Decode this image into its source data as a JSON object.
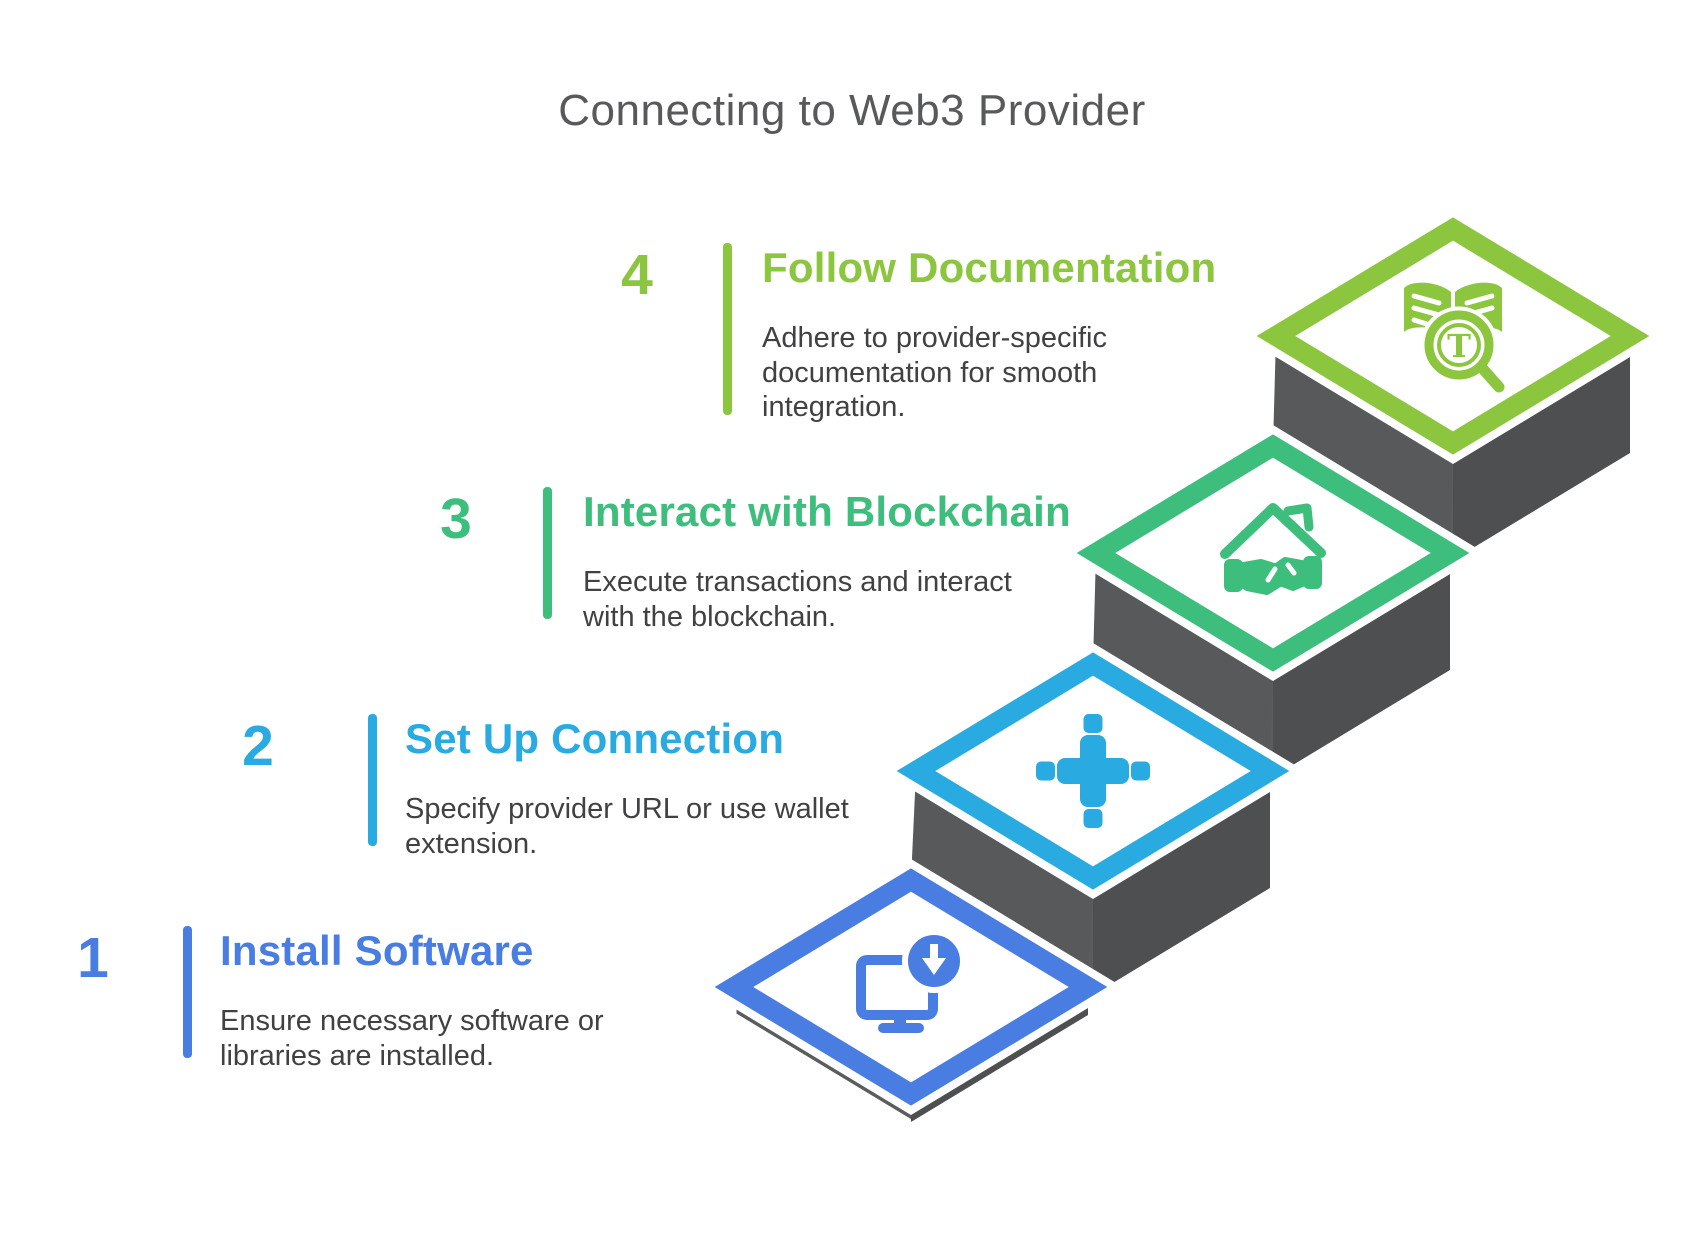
{
  "title": "Connecting to Web3 Provider",
  "colors": {
    "step1": "#4A7DE2",
    "step2": "#29ABE2",
    "step3": "#3DBE7D",
    "step4": "#8CC63F",
    "gray": "#58595B",
    "gray-dark": "#4E4F51",
    "gray-light": "#5B5C5E",
    "title": "#58595B",
    "body": "#414042",
    "bg": "#FFFFFF"
  },
  "steps": [
    {
      "number": "1",
      "title": "Install Software",
      "desc_lines": [
        "Ensure necessary software or",
        "libraries are installed."
      ],
      "color": "#4A7DE2",
      "icon": "computer-download-icon"
    },
    {
      "number": "2",
      "title": "Set Up Connection",
      "desc_lines": [
        "Specify provider URL or use wallet",
        "extension."
      ],
      "color": "#29ABE2",
      "icon": "connector-plus-icon"
    },
    {
      "number": "3",
      "title": "Interact with Blockchain",
      "desc_lines": [
        "Execute transactions and interact",
        "with the blockchain."
      ],
      "color": "#3DBE7D",
      "icon": "house-handshake-icon"
    },
    {
      "number": "4",
      "title": "Follow Documentation",
      "desc_lines": [
        "Adhere to provider-specific",
        "documentation for smooth",
        "integration."
      ],
      "color": "#8CC63F",
      "icon": "documentation-search-icon",
      "icon_letter": "T"
    }
  ]
}
